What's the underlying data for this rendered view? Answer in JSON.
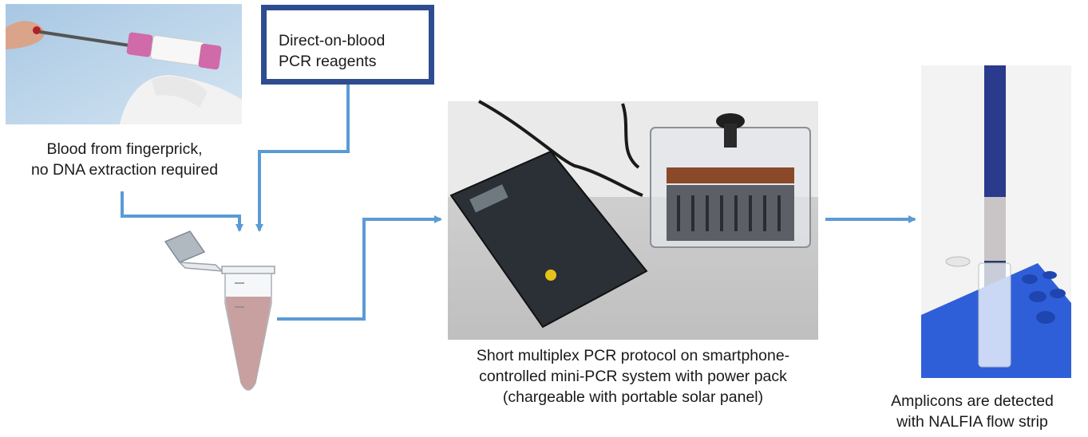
{
  "colors": {
    "arrow": "#5b9bd5",
    "box_border": "#2e4c8f",
    "blood": "#c9a0a0",
    "strip_blue": "#2a3a8c",
    "rack_blue": "#2f5fd8"
  },
  "steps": {
    "blood": {
      "image": "fingerprick-photo",
      "caption": [
        "Blood from fingerprick,",
        "no DNA extraction required"
      ]
    },
    "reagents": {
      "caption": [
        "Direct-on-blood",
        "PCR reagents"
      ]
    },
    "tube": {
      "image": "microtube-icon"
    },
    "pcr": {
      "image": "mini-pcr-photo",
      "caption": [
        "Short multiplex PCR protocol on smartphone-",
        "controlled mini-PCR system with power pack",
        "(chargeable with portable solar panel)"
      ]
    },
    "detection": {
      "image": "flow-strip-photo",
      "caption": [
        "Amplicons are detected",
        "with NALFIA flow strip"
      ]
    }
  }
}
